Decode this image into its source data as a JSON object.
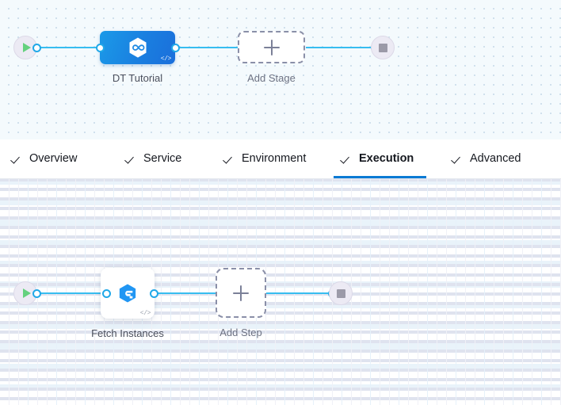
{
  "stage_canvas": {
    "name": "pipeline-stage-canvas",
    "start_node": {
      "icon": "play-icon",
      "label": "Start"
    },
    "end_node": {
      "icon": "stop-icon",
      "label": "End"
    },
    "stage": {
      "label": "DT Tutorial",
      "icon": "hexagon-infinity-icon",
      "code_marker": "</>",
      "color": "#1a84e2"
    },
    "add_stage": {
      "label": "Add Stage",
      "icon": "plus-icon"
    }
  },
  "tabs": {
    "name": "stage-config-tabs",
    "items": [
      {
        "label": "Overview",
        "icon": "check-icon",
        "active": false
      },
      {
        "label": "Service",
        "icon": "check-icon",
        "active": false
      },
      {
        "label": "Environment",
        "icon": "check-icon",
        "active": false
      },
      {
        "label": "Execution",
        "icon": "check-icon",
        "active": true
      },
      {
        "label": "Advanced",
        "icon": "check-icon",
        "active": false
      }
    ],
    "active_color": "#0a7ad4"
  },
  "step_canvas": {
    "name": "execution-step-canvas",
    "start_node": {
      "icon": "play-icon",
      "label": "Start"
    },
    "end_node": {
      "icon": "stop-icon",
      "label": "End"
    },
    "step": {
      "label": "Fetch Instances",
      "icon": "harness-e-icon",
      "code_marker": "</>",
      "color": "#2196f3"
    },
    "add_step": {
      "label": "Add Step",
      "icon": "plus-icon"
    }
  }
}
